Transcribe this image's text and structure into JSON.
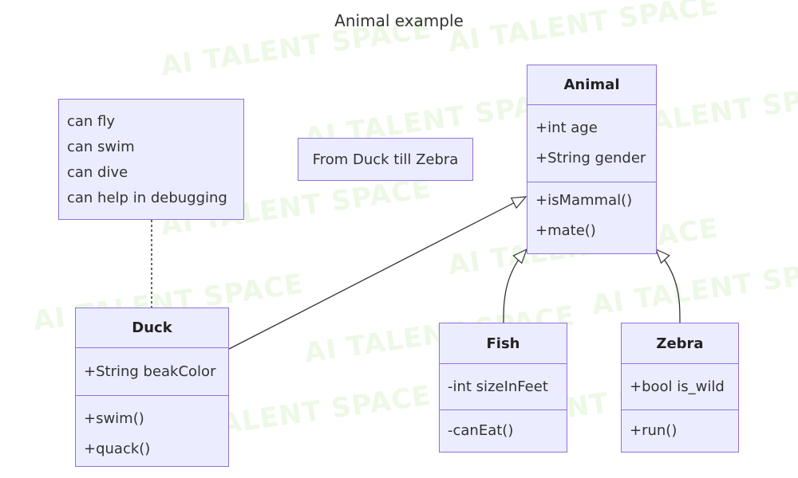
{
  "title": "Animal example",
  "watermark_text": "AI TALENT SPACE",
  "colors": {
    "box_fill": "#ececff",
    "box_border": "#9370db",
    "line": "#333333"
  },
  "note_duck": {
    "lines": [
      "can fly",
      "can swim",
      "can dive",
      "can help in debugging"
    ]
  },
  "note_general": {
    "text": "From Duck till Zebra"
  },
  "classes": {
    "animal": {
      "name": "Animal",
      "attributes": [
        "+int age",
        "+String gender"
      ],
      "methods": [
        "+isMammal()",
        "+mate()"
      ]
    },
    "duck": {
      "name": "Duck",
      "attributes": [
        "+String beakColor"
      ],
      "methods": [
        "+swim()",
        "+quack()"
      ]
    },
    "fish": {
      "name": "Fish",
      "attributes": [
        "-int sizeInFeet"
      ],
      "methods": [
        "-canEat()"
      ]
    },
    "zebra": {
      "name": "Zebra",
      "attributes": [
        "+bool is_wild"
      ],
      "methods": [
        "+run()"
      ]
    }
  }
}
